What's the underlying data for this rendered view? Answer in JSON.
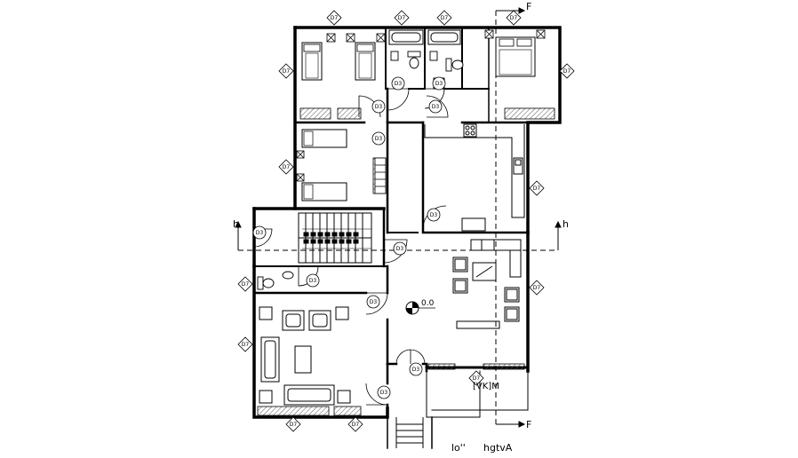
{
  "tags": {
    "window_tag": "D7",
    "door_tag": "D3"
  },
  "section_marks": {
    "vertical": "F",
    "horizontal": "h"
  },
  "level_marker": "0.0",
  "annotation": "[VK]M",
  "caption": {
    "part1": "lo''",
    "part2": "hgtvA"
  },
  "colors": {
    "line": "#000000",
    "hatch": "#555555",
    "background": "#ffffff"
  },
  "icons": [
    "level-marker-icon",
    "bed-icon",
    "toilet-icon",
    "bathtub-icon",
    "sofa-icon",
    "armchair-icon",
    "stairs-icon",
    "wardrobe-icon"
  ]
}
